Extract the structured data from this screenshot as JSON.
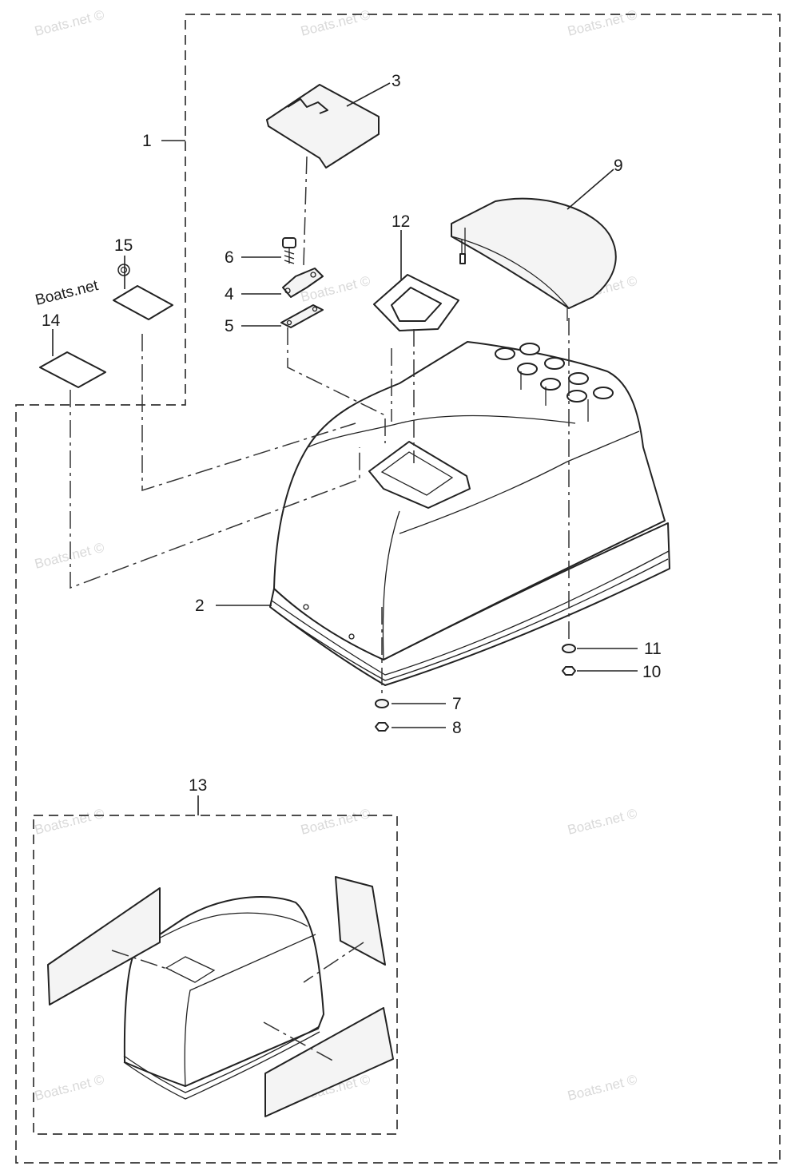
{
  "watermark": {
    "text": "Boats.net ©"
  },
  "brand_mark": {
    "text": "Boats.net"
  },
  "callouts": {
    "c1": "1",
    "c2": "2",
    "c3": "3",
    "c4": "4",
    "c5": "5",
    "c6": "6",
    "c7": "7",
    "c8": "8",
    "c9": "9",
    "c10": "10",
    "c11": "11",
    "c12": "12",
    "c13": "13",
    "c14": "14",
    "c15": "15"
  }
}
